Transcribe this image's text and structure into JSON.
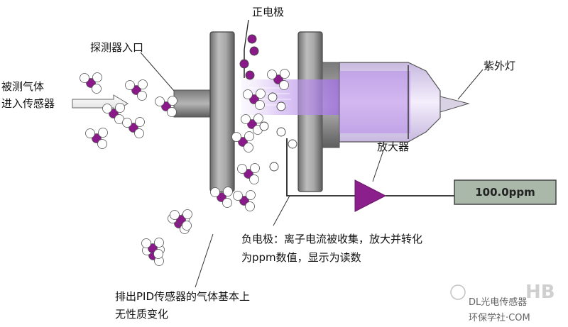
{
  "labels": {
    "positive_electrode": "正电极",
    "probe_inlet": "探测器入口",
    "gas_in_line1": "被测气体",
    "gas_in_line2": "进入传感器",
    "uv_lamp": "紫外灯",
    "amplifier": "放大器",
    "negative_line1": "负电极：离子电流被收集，放大并转化",
    "negative_line2": "为ppm数值，显示为读数",
    "exhaust_line1": "排出PID传感器的气体基本上",
    "exhaust_line2": "无性质变化"
  },
  "display": {
    "reading": "100.0ppm"
  },
  "watermark": {
    "account": "DL光电传感器",
    "brand": "环保学社·COM",
    "logo_text": "HB"
  },
  "colors": {
    "molecule_purple": "#8a1a8a",
    "electrode_gray": "#8a8a8a",
    "uv_purple": "#b98be3",
    "display_fill": "#a9b8a9",
    "amplifier_purple": "#8b1f8b"
  }
}
